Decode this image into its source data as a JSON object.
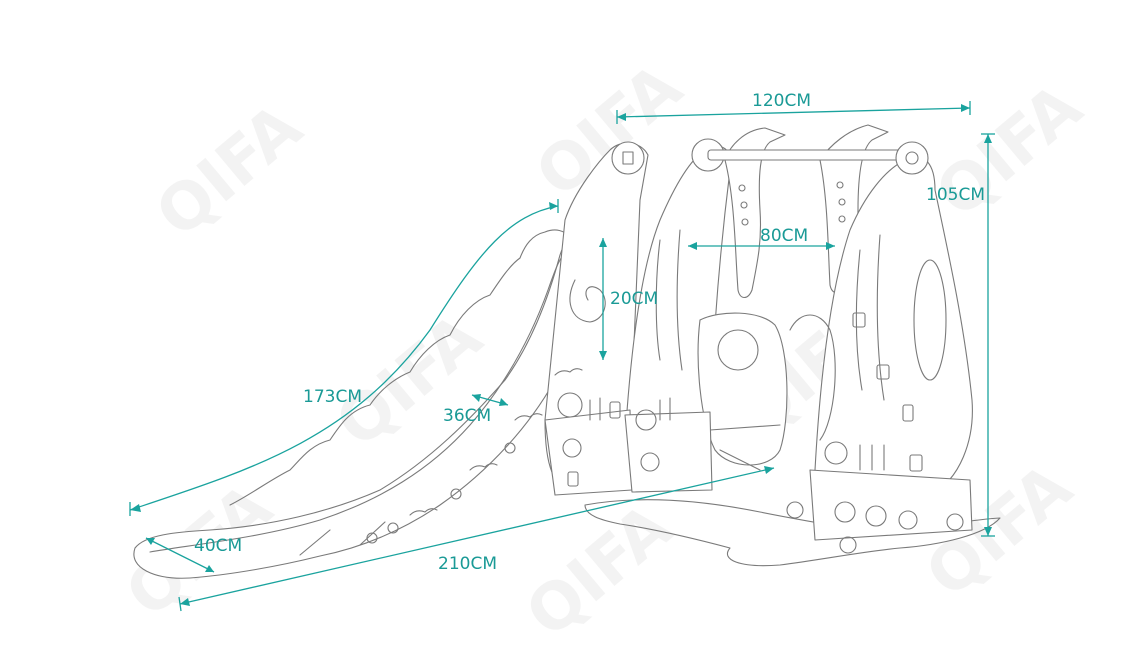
{
  "watermark": {
    "text": "QIFA"
  },
  "dimensions": {
    "width_top": "120CM",
    "height": "105CM",
    "swing_width": "80CM",
    "slide_step": "20CM",
    "slide_length": "173CM",
    "slide_width": "36CM",
    "slide_base_width": "40CM",
    "total_length": "210CM"
  },
  "colors": {
    "dimension": "#1aa39e",
    "outline": "#7a7a7a"
  }
}
